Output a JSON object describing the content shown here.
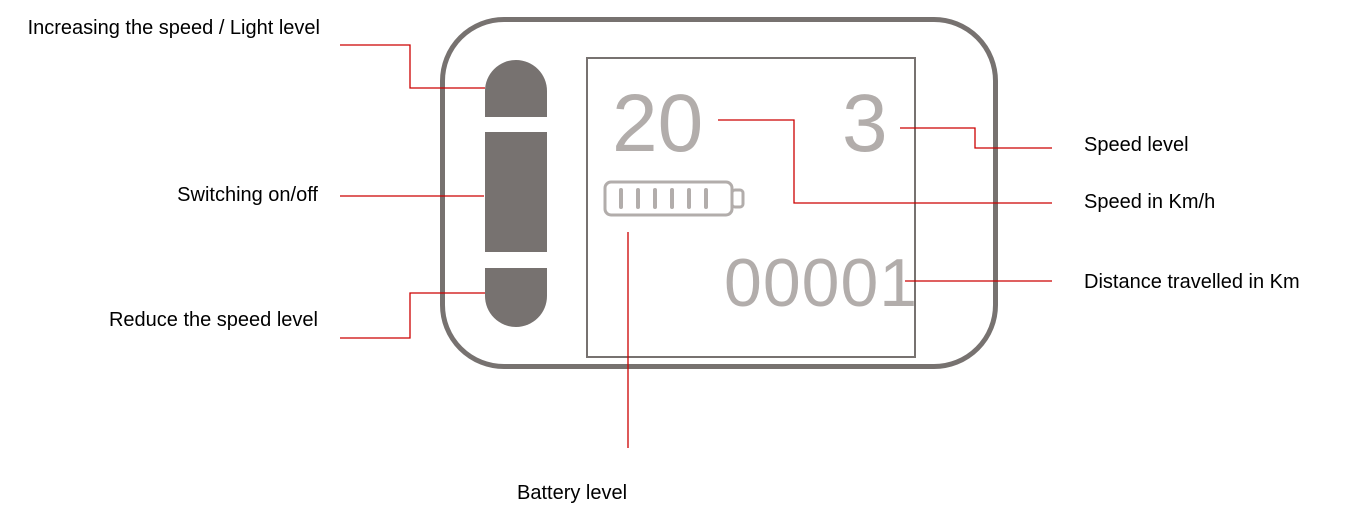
{
  "labels": {
    "increase_speed": "Increasing the speed / Light level",
    "switching": "Switching on/off",
    "reduce_speed": "Reduce the speed level",
    "speed_level": "Speed level",
    "speed_kmh": "Speed in Km/h",
    "distance": "Distance travelled in Km",
    "battery": "Battery level"
  },
  "display": {
    "speed": "20",
    "level": "3",
    "distance": "00001",
    "battery_bars": 6
  },
  "colors": {
    "device": "#777270",
    "readout": "#b2adab",
    "leader_line": "#cc0000"
  }
}
